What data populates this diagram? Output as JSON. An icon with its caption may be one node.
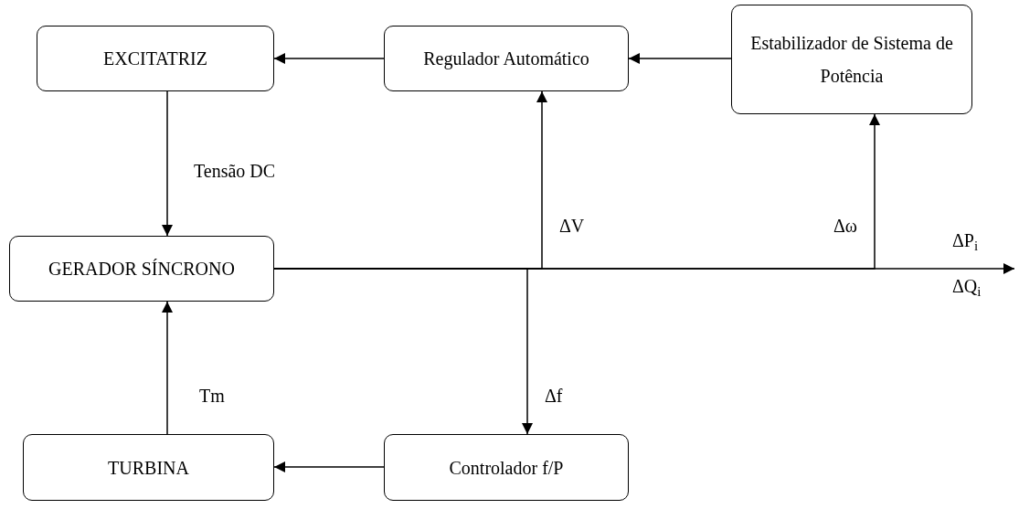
{
  "diagram": {
    "nodes": [
      {
        "text": [
          "EXCITATRIZ"
        ]
      },
      {
        "text": [
          "Regulador Automático"
        ]
      },
      {
        "text": [
          "Estabilizador de Sistema de Potência"
        ]
      },
      {
        "text": [
          "GERADOR SÍNCRONO"
        ]
      },
      {
        "text": [
          "TURBINA"
        ]
      },
      {
        "text": [
          "Controlador f/P"
        ]
      }
    ],
    "edges": [
      {
        "from": 1,
        "to": 0,
        "arrow": "to"
      },
      {
        "from": 2,
        "to": 1,
        "arrow": "to"
      },
      {
        "from": 0,
        "to": 3,
        "arrow": "to",
        "label": "Tensão DC"
      },
      {
        "from": 4,
        "to": 3,
        "arrow": "to",
        "label": "Tm"
      },
      {
        "from": 5,
        "to": 4,
        "arrow": "to"
      },
      {
        "from": 3,
        "to": 1,
        "arrow": "to",
        "label": "ΔV"
      },
      {
        "from": 3,
        "to": 5,
        "arrow": "to",
        "label": "Δf"
      },
      {
        "from": 3,
        "to": 2,
        "arrow": "to",
        "label": "Δω"
      },
      {
        "from": 3,
        "to": null,
        "arrow": "to"
      }
    ],
    "labels": [
      "ΔP$_{i}$",
      "ΔQ$_{i}$"
    ]
  }
}
